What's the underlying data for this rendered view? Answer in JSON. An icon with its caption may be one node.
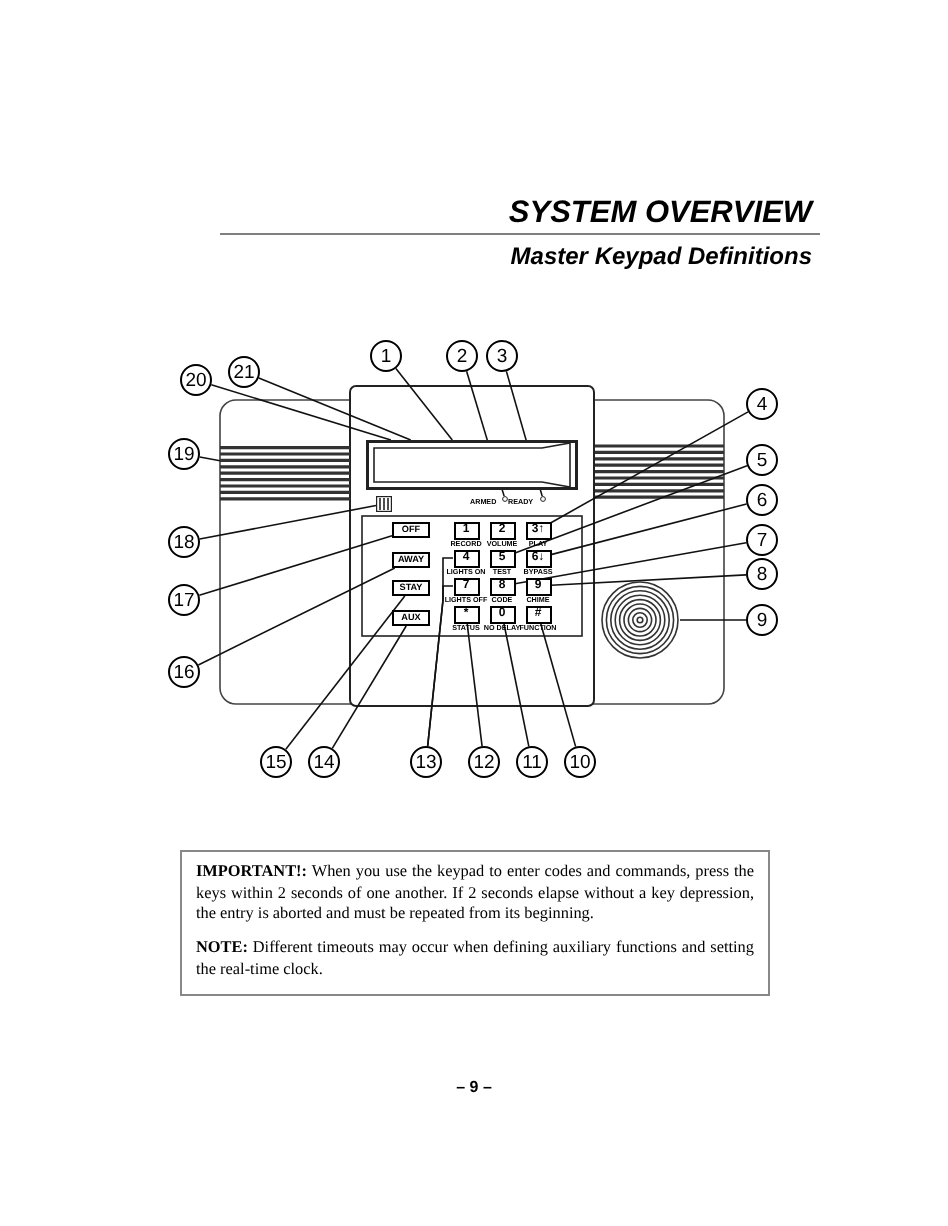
{
  "diagram": {
    "title": "SYSTEM OVERVIEW",
    "nodes": [
      {
        "text": [
          "1"
        ]
      },
      {
        "text": [
          "2"
        ]
      },
      {
        "text": [
          "3"
        ]
      },
      {
        "text": [
          "4"
        ]
      },
      {
        "text": [
          "5"
        ]
      },
      {
        "text": [
          "6"
        ]
      },
      {
        "text": [
          "7"
        ]
      },
      {
        "text": [
          "8"
        ]
      },
      {
        "text": [
          "9"
        ]
      },
      {
        "text": [
          "10"
        ]
      },
      {
        "text": [
          "11"
        ]
      },
      {
        "text": [
          "12"
        ]
      },
      {
        "text": [
          "13"
        ]
      },
      {
        "text": [
          "14"
        ]
      },
      {
        "text": [
          "15"
        ]
      },
      {
        "text": [
          "16"
        ]
      },
      {
        "text": [
          "17"
        ]
      },
      {
        "text": [
          "18"
        ]
      },
      {
        "text": [
          "19"
        ]
      },
      {
        "text": [
          "20"
        ]
      },
      {
        "text": [
          "21"
        ]
      },
      {
        "text": [],
        "shape": "box"
      },
      {
        "text": [],
        "shape": "circle"
      },
      {
        "text": [],
        "shape": "circle"
      },
      {
        "text": [],
        "shape": "bar"
      },
      {
        "text": [],
        "shape": "bar"
      },
      {
        "text": [
          "OFF"
        ]
      },
      {
        "text": [
          "AWAY"
        ]
      },
      {
        "text": [
          "STAY"
        ]
      },
      {
        "text": [
          "AUX"
        ]
      },
      {
        "text": [
          "1"
        ],
        "beside": [
          "RECORD"
        ]
      },
      {
        "text": [
          "2"
        ],
        "beside": [
          "VOLUME"
        ]
      },
      {
        "text": [
          "3↑"
        ],
        "beside": [
          "PLAY"
        ]
      },
      {
        "text": [
          "4"
        ],
        "beside": [
          "LIGHTS ON"
        ]
      },
      {
        "text": [
          "5"
        ],
        "beside": [
          "TEST"
        ]
      },
      {
        "text": [
          "6↓"
        ],
        "beside": [
          "BYPASS"
        ]
      },
      {
        "text": [
          "7"
        ],
        "beside": [
          "LIGHTS OFF"
        ]
      },
      {
        "text": [
          "8"
        ],
        "beside": [
          "CODE"
        ]
      },
      {
        "text": [
          "9"
        ],
        "beside": [
          "CHIME"
        ]
      },
      {
        "text": [
          "*"
        ],
        "beside": [
          "STATUS"
        ]
      },
      {
        "text": [
          "0"
        ],
        "beside": [
          "NO DELAY"
        ]
      },
      {
        "text": [
          "#"
        ],
        "beside": [
          "FUNCTION"
        ]
      },
      {
        "text": [],
        "shape": "circle"
      },
      {
        "text": [
          "**IMPORTANT!:** When you use the keypad to enter codes and commands, press the keys within 2 seconds of one another. If 2 seconds elapse without a key depression, the entry is aborted and must be repeated from its beginning.",
          "**NOTE:** Different timeouts may occur when defining auxiliary functions and setting the real-time clock."
        ]
      }
    ],
    "edges": [
      {
        "from": 0,
        "to": 21,
        "arrow": "none"
      },
      {
        "from": 1,
        "to": 22,
        "arrow": "none"
      },
      {
        "from": 2,
        "to": 23,
        "arrow": "none"
      },
      {
        "from": 3,
        "to": 32,
        "arrow": "none"
      },
      {
        "from": 4,
        "to": 34,
        "arrow": "none"
      },
      {
        "from": 5,
        "to": 35,
        "arrow": "none"
      },
      {
        "from": 6,
        "to": 37,
        "arrow": "none"
      },
      {
        "from": 7,
        "to": 38,
        "arrow": "none"
      },
      {
        "from": 8,
        "to": 42,
        "arrow": "none"
      },
      {
        "from": 9,
        "to": 41,
        "arrow": "none"
      },
      {
        "from": 10,
        "to": 40,
        "arrow": "none"
      },
      {
        "from": 11,
        "to": 39,
        "arrow": "none"
      },
      {
        "from": 12,
        "to": 33,
        "arrow": "none"
      },
      {
        "from": 12,
        "to": 36,
        "arrow": "none"
      },
      {
        "from": 13,
        "to": 29,
        "arrow": "none"
      },
      {
        "from": 14,
        "to": 28,
        "arrow": "none"
      },
      {
        "from": 15,
        "to": 27,
        "arrow": "none"
      },
      {
        "from": 16,
        "to": 26,
        "arrow": "none"
      },
      {
        "from": 17,
        "to": 24,
        "arrow": "none"
      },
      {
        "from": 18,
        "to": 25,
        "arrow": "none"
      },
      {
        "from": 19,
        "to": 21,
        "arrow": "none"
      },
      {
        "from": 20,
        "to": 21,
        "arrow": "none"
      }
    ],
    "labels": [
      "Master Keypad Definitions",
      "ARMED",
      "READY",
      "– 9 –"
    ]
  }
}
